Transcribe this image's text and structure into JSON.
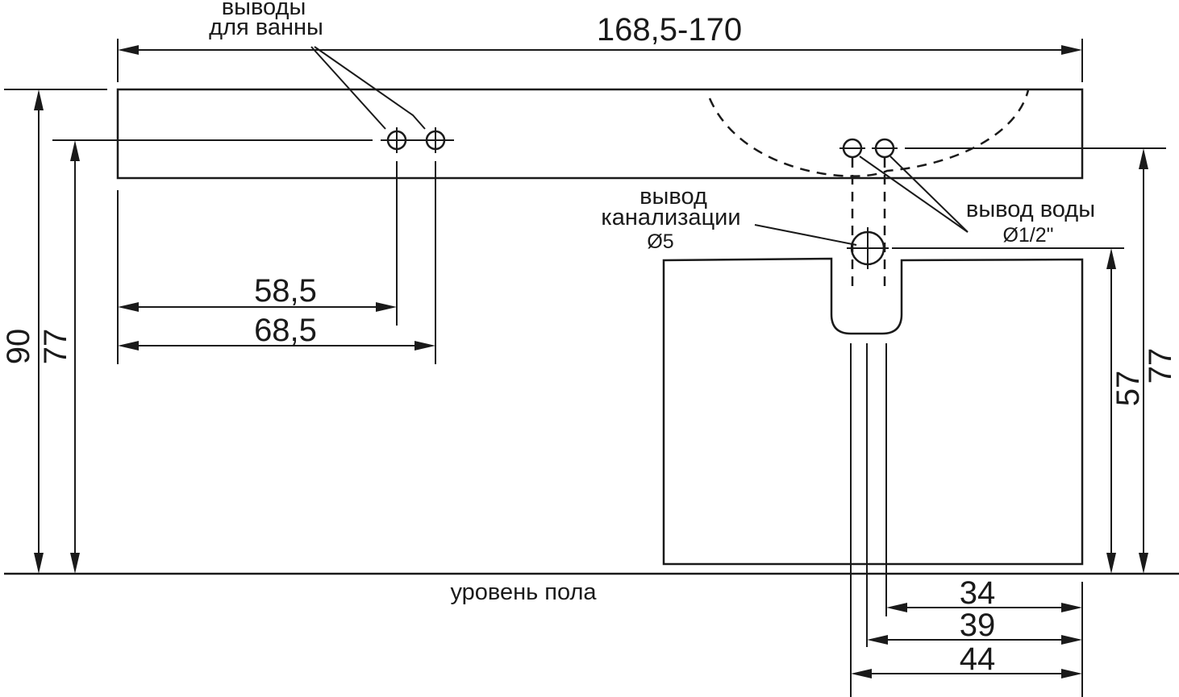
{
  "dimensions": {
    "total_width": "168,5-170",
    "height_total": "90",
    "height_left_outlet": "77",
    "left_outlet_1": "58,5",
    "left_outlet_2": "68,5",
    "height_cabinet": "57",
    "height_right_outlet": "77",
    "offset_1": "34",
    "offset_2": "39",
    "offset_3": "44"
  },
  "labels": {
    "bath_outlets_line1": "выводы",
    "bath_outlets_line2": "для ванны",
    "sewer_line1": "вывод",
    "sewer_line2": "канализации",
    "sewer_diameter": "Ø5",
    "water_outlet": "вывод воды",
    "water_diameter": "Ø1/2\"",
    "floor_level": "уровень пола"
  }
}
